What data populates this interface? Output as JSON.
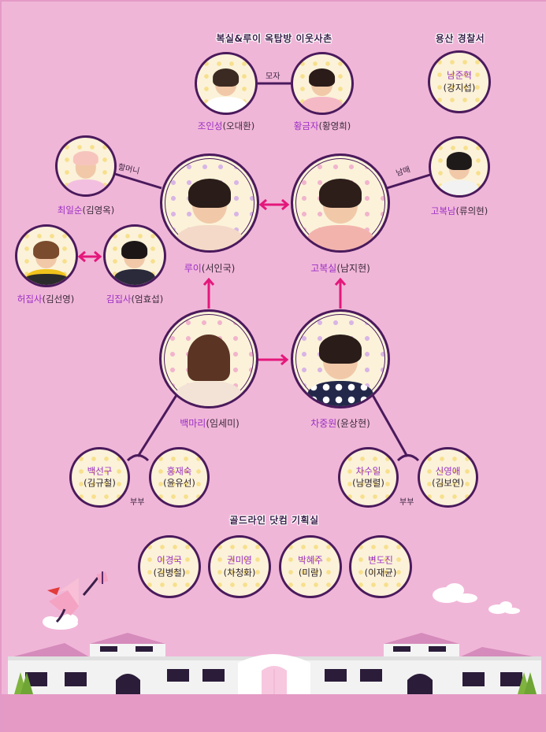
{
  "sections": {
    "neighbors_title": "복실&루이 옥탑방 이웃사촌",
    "police_title": "용산 경찰서",
    "team_title": "골드라인 닷컴 기획실"
  },
  "characters": {
    "jo_inseong": {
      "role": "조인성",
      "actor": "(오대환)"
    },
    "hwang_geumja": {
      "role": "황금자",
      "actor": "(황영희)"
    },
    "nam_junhyeok": {
      "role": "남준혁",
      "actor": "(강지섭)"
    },
    "choi_ilsun": {
      "role": "최일순",
      "actor": "(김영옥)"
    },
    "go_boknam": {
      "role": "고복남",
      "actor": "(류의현)"
    },
    "rui": {
      "role": "루이",
      "actor": "(서인국)"
    },
    "go_boksil": {
      "role": "고복실",
      "actor": "(남지현)"
    },
    "heo_jipsa": {
      "role": "허집사",
      "actor": "(김선영)"
    },
    "kim_jipsa": {
      "role": "김집사",
      "actor": "(엄효섭)"
    },
    "baek_mari": {
      "role": "백마리",
      "actor": "(임세미)"
    },
    "cha_jungwon": {
      "role": "차중원",
      "actor": "(윤상현)"
    },
    "baek_seongu": {
      "role": "백선구",
      "actor": "(김규철)"
    },
    "hong_jaesuk": {
      "role": "홍재숙",
      "actor": "(윤유선)"
    },
    "cha_suil": {
      "role": "차수일",
      "actor": "(남명렬)"
    },
    "shin_yeongae": {
      "role": "신영애",
      "actor": "(김보연)"
    },
    "lee_gyeongguk": {
      "role": "이경국",
      "actor": "(김병철)"
    },
    "kwon_miyeong": {
      "role": "권미영",
      "actor": "(차청화)"
    },
    "park_hyeju": {
      "role": "박혜주",
      "actor": "(미람)"
    },
    "byeon_dojin": {
      "role": "변도진",
      "actor": "(이재균)"
    }
  },
  "relations": {
    "mother_son": "모자",
    "grandmother": "할머니",
    "siblings": "남매",
    "couple_left": "부부",
    "couple_right": "부부"
  },
  "colors": {
    "background": "#f0b6d8",
    "circle_border": "#4a1a5c",
    "arrow": "#e4177b",
    "role_text": "#9a2ec4",
    "ground": "#e59ac5"
  }
}
